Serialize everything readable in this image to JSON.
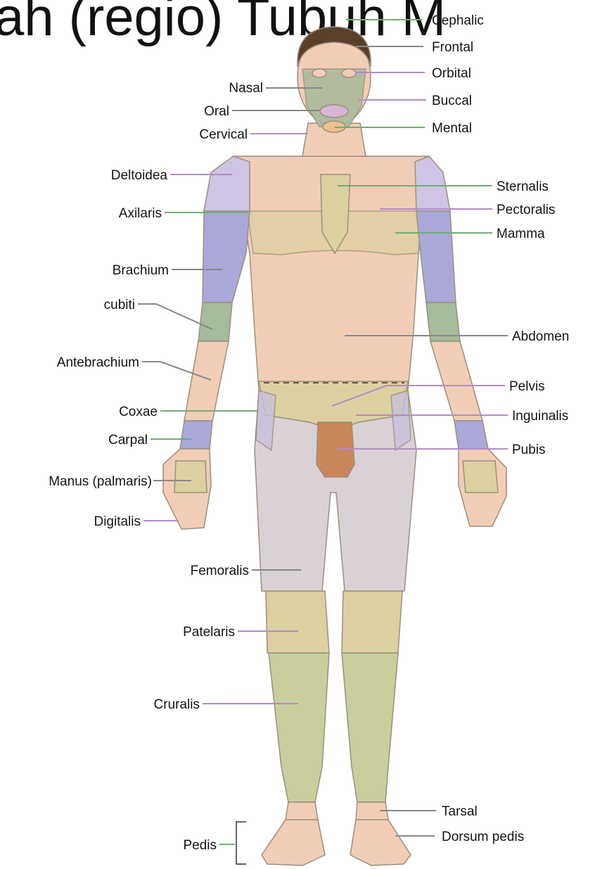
{
  "title": {
    "text": "ah (regio) Tubuh M"
  },
  "colors": {
    "skin": "#f2cdb6",
    "grey_region": "#d9d1d6",
    "green_region": "#c9ce9c",
    "violet_region": "#a9a8d9",
    "yellow_region": "#ddd0a0",
    "teal_region": "#a6ba9c",
    "genital": "#c9875a",
    "hair": "#5a3f2a",
    "outline": "#9b8f7e",
    "green_leader": "#6fae74",
    "violet_leader": "#b48bc8",
    "grey_leader": "#888888"
  },
  "labels": {
    "cephalic": "Cephalic",
    "frontal": "Frontal",
    "orbital": "Orbital",
    "nasal": "Nasal",
    "buccal": "Buccal",
    "oral": "Oral",
    "mental": "Mental",
    "cervical": "Cervical",
    "deltoidea": "Deltoidea",
    "sternalis": "Sternalis",
    "axilaris": "Axilaris",
    "pectoralis": "Pectoralis",
    "mamma": "Mamma",
    "brachium": "Brachium",
    "cubiti": "cubiti",
    "abdomen": "Abdomen",
    "antebrachium": "Antebrachium",
    "pelvis": "Pelvis",
    "coxae": "Coxae",
    "inguinalis": "Inguinalis",
    "carpal": "Carpal",
    "pubis": "Pubis",
    "manus": "Manus (palmaris)",
    "digitalis": "Digitalis",
    "femoralis": "Femoralis",
    "patelaris": "Patelaris",
    "cruralis": "Cruralis",
    "tarsal": "Tarsal",
    "pedis": "Pedis",
    "dorsum_pedis": "Dorsum pedis"
  }
}
